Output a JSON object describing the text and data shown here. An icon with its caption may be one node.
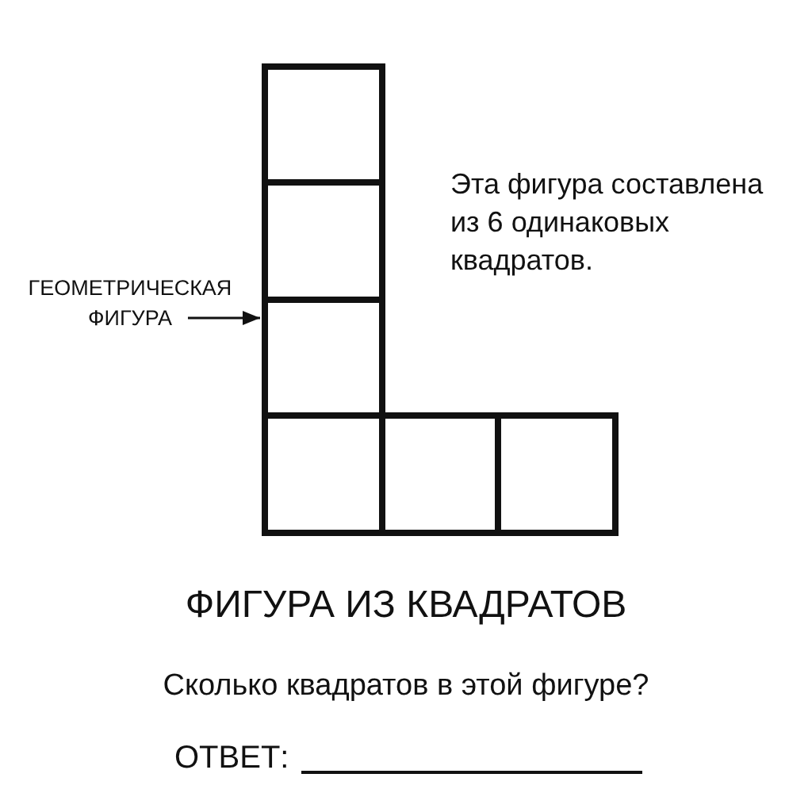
{
  "diagram": {
    "title": "ФИГУРА ИЗ КВАДРАТОВ",
    "nodes": [
      {
        "text": [
          "ГЕОМЕТРИЧЕСКАЯ ФИГУРА"
        ]
      },
      {
        "text": [],
        "shape": "box"
      },
      {
        "text": [],
        "shape": "box"
      },
      {
        "text": [],
        "shape": "box"
      },
      {
        "text": [],
        "shape": "box"
      },
      {
        "text": [],
        "shape": "box"
      },
      {
        "text": [],
        "shape": "box"
      }
    ],
    "edges": [
      {
        "from": 0,
        "to": 3,
        "arrow": "to"
      }
    ],
    "labels": [
      "Эта фигура составлена из 6 одинаковых квадратов.",
      "Сколько квадратов в этой фигуре?",
      "ОТВЕТ:"
    ]
  }
}
